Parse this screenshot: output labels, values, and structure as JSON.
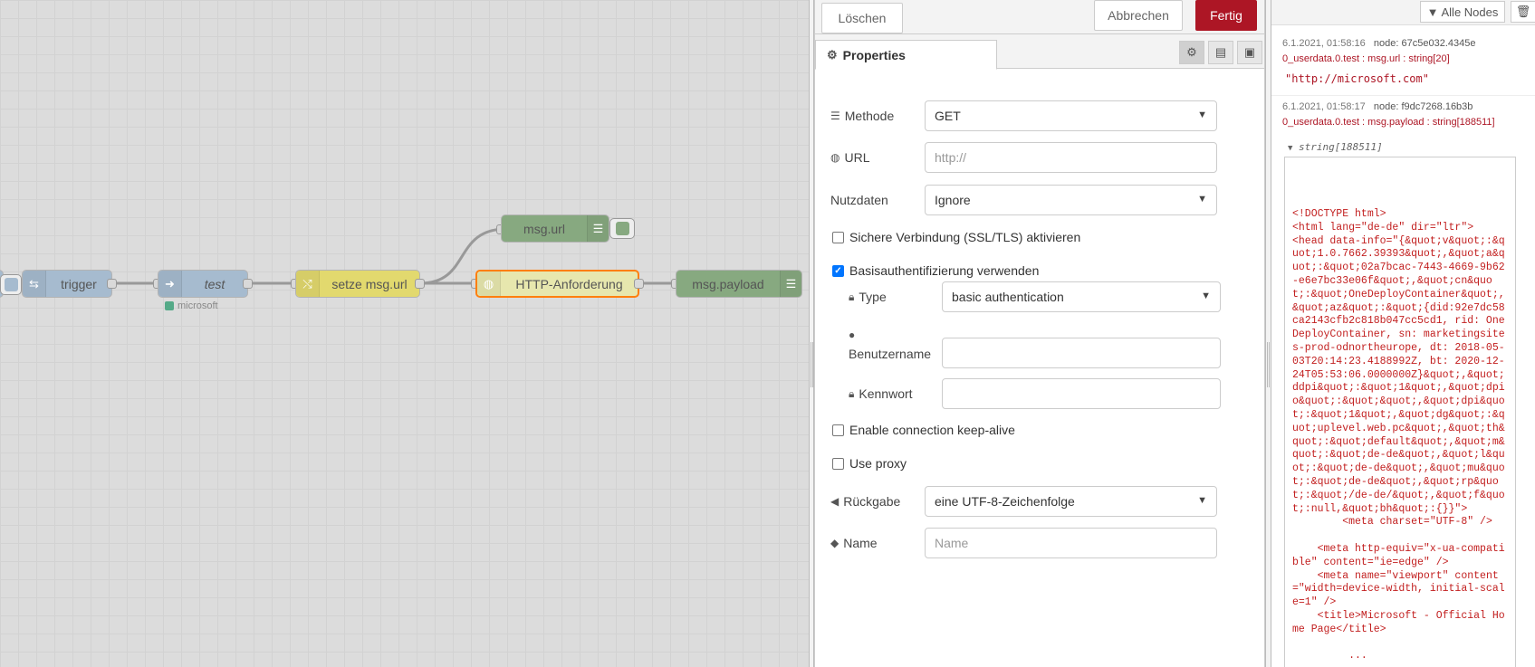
{
  "flow": {
    "nodes": {
      "trigger": "trigger",
      "test": "test",
      "test_status": "microsoft",
      "setze": "setze msg.url",
      "msgurl": "msg.url",
      "http": "HTTP-Anforderung",
      "payload": "msg.payload"
    },
    "colors": {
      "canvas": "#dcdcdc",
      "inject": "#a6bbcf",
      "change": "#e2d96e",
      "http": "#e7e7ae",
      "debug": "#87a980",
      "selected_border": "#ff7f0e"
    }
  },
  "tray": {
    "delete_label": "Löschen",
    "cancel_label": "Abbrechen",
    "done_label": "Fertig",
    "tab_properties": "Properties",
    "fields": {
      "method_label": "Methode",
      "method_value": "GET",
      "url_label": "URL",
      "url_placeholder": "http://",
      "payload_label": "Nutzdaten",
      "payload_value": "Ignore",
      "ssl_label": "Sichere Verbindung (SSL/TLS) aktivieren",
      "ssl_checked": false,
      "auth_label": "Basisauthentifizierung verwenden",
      "auth_checked": true,
      "type_label": "Type",
      "type_value": "basic authentication",
      "user_label": "Benutzername",
      "user_value": "",
      "pass_label": "Kennwort",
      "pass_value": "",
      "keepalive_label": "Enable connection keep-alive",
      "keepalive_checked": false,
      "proxy_label": "Use proxy",
      "proxy_checked": false,
      "return_label": "Rückgabe",
      "return_value": "eine UTF-8-Zeichenfolge",
      "name_label": "Name",
      "name_placeholder": "Name"
    },
    "accent": "#ad1625"
  },
  "debug": {
    "filter_label": "Alle Nodes",
    "messages": [
      {
        "time": "6.1.2021, 01:58:16",
        "node": "node: 67c5e032.4345e",
        "topic": "0_userdata.0.test : msg.url : string[20]",
        "value": "\"http://microsoft.com\""
      },
      {
        "time": "6.1.2021, 01:58:17",
        "node": "node: f9dc7268.16b3b",
        "topic": "0_userdata.0.test : msg.payload : string[188511]",
        "tree_label": "string[188511]",
        "content": "<!DOCTYPE html>\n<html lang=\"de-de\" dir=\"ltr\">\n<head data-info=\"{&quot;v&quot;:&quot;1.0.7662.39393&quot;,&quot;a&quot;:&quot;02a7bcac-7443-4669-9b62-e6e7bc33e06f&quot;,&quot;cn&quot;:&quot;OneDeployContainer&quot;,&quot;az&quot;:&quot;{did:92e7dc58ca2143cfb2c818b047cc5cd1, rid: OneDeployContainer, sn: marketingsites-prod-odnortheurope, dt: 2018-05-03T20:14:23.4188992Z, bt: 2020-12-24T05:53:06.0000000Z}&quot;,&quot;ddpi&quot;:&quot;1&quot;,&quot;dpio&quot;:&quot;&quot;,&quot;dpi&quot;:&quot;1&quot;,&quot;dg&quot;:&quot;uplevel.web.pc&quot;,&quot;th&quot;:&quot;default&quot;,&quot;m&quot;:&quot;de-de&quot;,&quot;l&quot;:&quot;de-de&quot;,&quot;mu&quot;:&quot;de-de&quot;,&quot;rp&quot;:&quot;/de-de/&quot;,&quot;f&quot;:null,&quot;bh&quot;:{}}\">\n        <meta charset=\"UTF-8\" />\n\n    <meta http-equiv=\"x-ua-compatible\" content=\"ie=edge\" />\n    <meta name=\"viewport\" content=\"width=device-width, initial-scale=1\" />\n    <title>Microsoft - Official Home Page</title>\n\n         ..."
      }
    ]
  }
}
